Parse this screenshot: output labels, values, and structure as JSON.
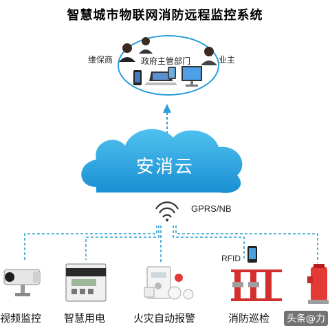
{
  "title": "智慧城市物联网消防远程监控系统",
  "users": {
    "maintainer": "维保商",
    "government": "政府主管部门",
    "owner": "业主"
  },
  "cloud_label": "安消云",
  "network_label": "GPRS/NB",
  "rfid_label": "RFID",
  "devices": [
    "视频监控",
    "智慧用电",
    "火灾自动报警",
    "消防巡检"
  ],
  "watermark": "头条@力",
  "colors": {
    "accent_blue": "#2a9fd8",
    "cloud_top": "#4fc1ef",
    "cloud_bottom": "#1a8fd2",
    "fire_red": "#e53935"
  }
}
